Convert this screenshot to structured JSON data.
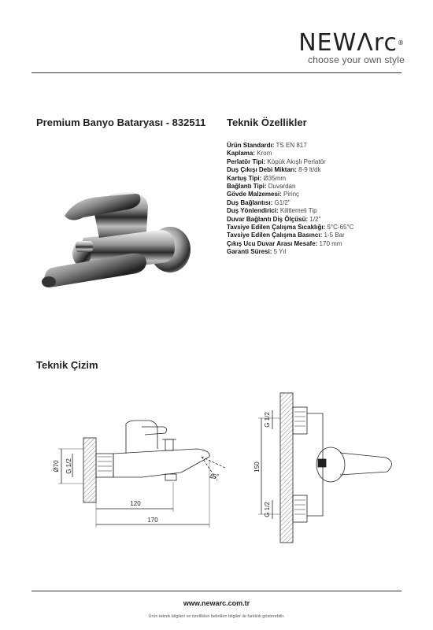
{
  "brand": {
    "name_part1": "NEW",
    "name_part2": "Λrc",
    "registered": "®",
    "tagline": "choose your own style"
  },
  "product": {
    "title": "Premium Banyo Bataryası - 832511"
  },
  "specs": {
    "title": "Teknik Özellikler",
    "items": [
      {
        "key": "Ürün Standardı:",
        "value": "TS EN 817"
      },
      {
        "key": "Kaplama:",
        "value": "Krom"
      },
      {
        "key": "Perlatör Tipi:",
        "value": "Köpük Akışlı Perlatör"
      },
      {
        "key": "Duş Çıkışı Debi Miktarı:",
        "value": "8-9 lt/dk"
      },
      {
        "key": "Kartuş Tipi:",
        "value": "Ø35mm"
      },
      {
        "key": "Bağlantı Tipi:",
        "value": "Duvardan"
      },
      {
        "key": "Gövde Malzemesi:",
        "value": "Pirinç"
      },
      {
        "key": "Duş Bağlantısı:",
        "value": "G1/2\""
      },
      {
        "key": "Duş Yönlendirici:",
        "value": "Kilitlemeli Tip"
      },
      {
        "key": "Duvar Bağlantı Diş Ölçüsü:",
        "value": "1/2\""
      },
      {
        "key": "Tavsiye Edilen Çalışma Sıcaklığı:",
        "value": "5°C-65°C"
      },
      {
        "key": "Tavsiye Edilen Çalışma Basıncı:",
        "value": "1-5 Bar"
      },
      {
        "key": "Çıkış Ucu Duvar Arası Mesafe:",
        "value": "170 mm"
      },
      {
        "key": "Garanti Süresi:",
        "value": "5 Yıl"
      }
    ]
  },
  "drawing": {
    "title": "Teknik Çizim",
    "front": {
      "dim_120": "120",
      "dim_170": "170",
      "dim_diameter": "Ø70",
      "thread": "G 1/2",
      "angle": "45°"
    },
    "side": {
      "thread_top": "G 1/2",
      "thread_bottom": "G 1/2",
      "dim_150": "150"
    }
  },
  "footer": {
    "url": "www.newarc.com.tr",
    "note": "Ürün teknik bilgileri ve özellikleri belirtilen bilgiler ile farklılık gösterebilir."
  }
}
